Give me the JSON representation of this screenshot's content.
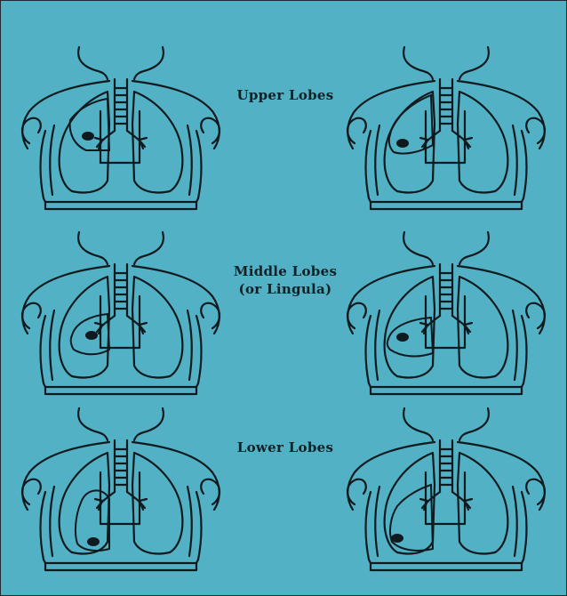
{
  "labels": {
    "upper": "Upper Lobes",
    "middle_line1": "Middle Lobes",
    "middle_line2": "(or Lingula)",
    "lower": "Lower Lobes"
  },
  "colors": {
    "background": "#52b1c4",
    "ink": "#0f1a1e"
  },
  "rows": [
    {
      "lobe": "upper",
      "left_side": "right-upper-lobe",
      "right_side": "left-upper-lobe"
    },
    {
      "lobe": "middle",
      "left_side": "right-middle-lobe",
      "right_side": "lingula"
    },
    {
      "lobe": "lower",
      "left_side": "right-lower-lobe",
      "right_side": "left-lower-lobe"
    }
  ]
}
